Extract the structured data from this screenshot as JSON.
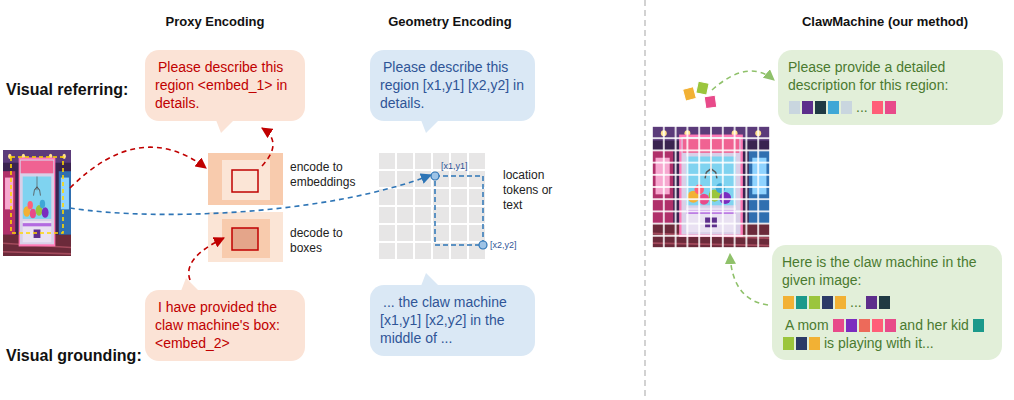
{
  "diagram": {
    "nodes": [
      {
        "text": [
          "Please describe this region <embed_1> in details."
        ]
      },
      {
        "text": [
          "Please describe this region [x1,y1] [x2,y2] in details."
        ]
      },
      {
        "text": [
          "Please provide a detailed description for this region:",
          "..."
        ]
      },
      {
        "text": [
          "I have provided the claw machine's box: <embed_2>"
        ]
      },
      {
        "text": [
          "... the claw machine [x1,y1] [x2,y2] in the middle of ..."
        ]
      },
      {
        "text": [
          "Here is the claw machine in the given image:",
          "...",
          "A mom",
          "and her kid",
          "is playing with it..."
        ]
      }
    ],
    "labels": [
      "Proxy Encoding",
      "Geometry Encoding",
      "ClawMachine (our method)",
      "Visual referring:",
      "encode to embeddings",
      "decode to boxes",
      "[x1,y1]",
      "[x2,y2]",
      "location tokens or text",
      "Visual grounding:"
    ]
  }
}
